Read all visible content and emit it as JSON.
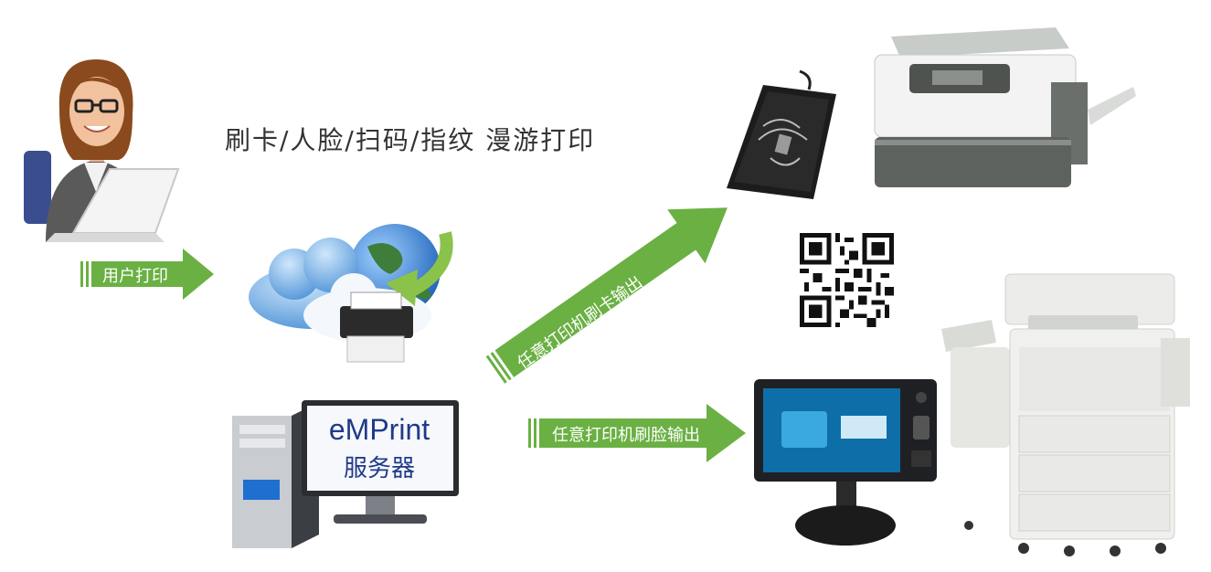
{
  "heading": "刷卡/人脸/扫码/指纹 漫游打印",
  "flow": {
    "user_print": "用户打印",
    "card_output": "任意打印机刷卡输出",
    "face_output": "任意打印机刷脸输出"
  },
  "server": {
    "name": "eMPrint",
    "subtitle": "服务器"
  },
  "colors": {
    "arrow_green": "#6ab043",
    "arrow_dark": "#4f8f2c",
    "server_text": "#1f3a8a"
  },
  "icons": [
    "user-laptop-icon",
    "cloud-print-icon",
    "card-reader-icon",
    "qr-code-icon",
    "printer-icon",
    "face-terminal-icon",
    "server-computer-icon"
  ]
}
